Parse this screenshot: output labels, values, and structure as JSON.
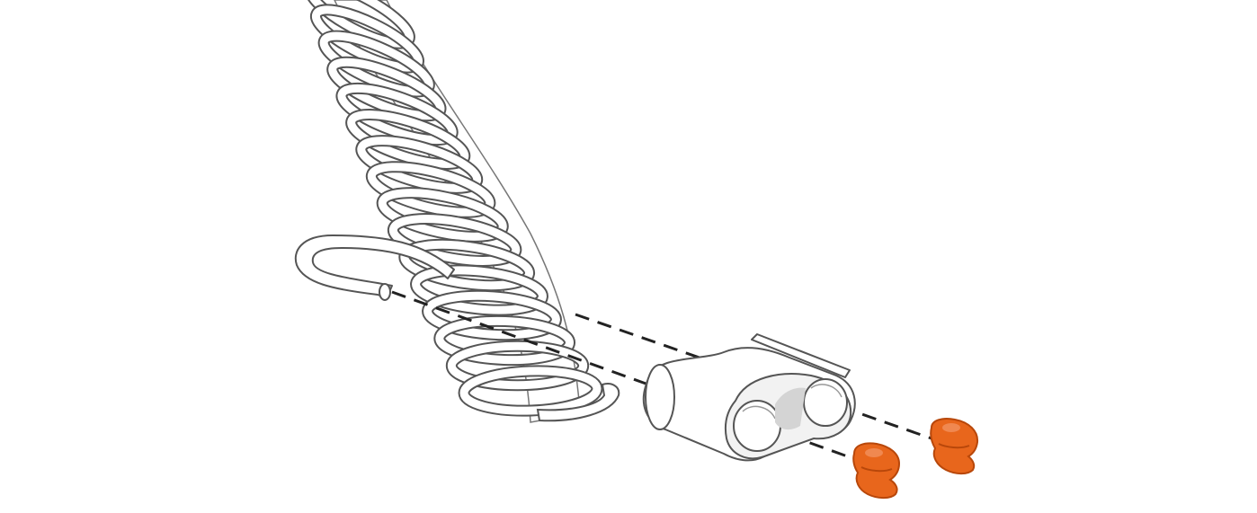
{
  "figure": {
    "colors": {
      "background": "#ffffff",
      "outline": "#555555",
      "part_fill": "#ffffff",
      "shade": "#d4d4d4",
      "guide_line": "#222222",
      "bumper": "#e8661c",
      "bumper_dark": "#b8470a"
    },
    "parts": [
      {
        "name": "coiled-tube",
        "icon": "spring-coil"
      },
      {
        "name": "hook-wire",
        "icon": "wire-hook"
      },
      {
        "name": "double-clip",
        "icon": "twin-bore-clip"
      },
      {
        "name": "bumper-1",
        "icon": "rubber-bumper"
      },
      {
        "name": "bumper-2",
        "icon": "rubber-bumper"
      }
    ]
  }
}
